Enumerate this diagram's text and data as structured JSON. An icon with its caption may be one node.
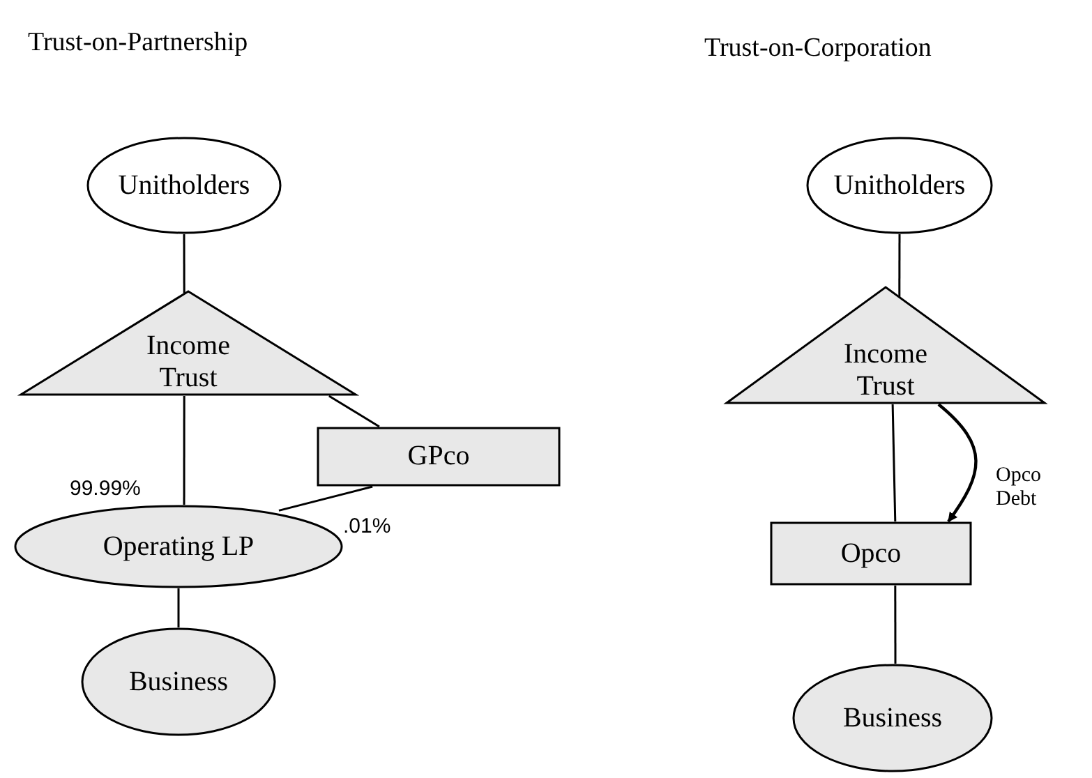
{
  "diagram": {
    "nodes": [
      {
        "text": [
          "Unitholders"
        ]
      },
      {
        "text": [
          "Income Trust"
        ]
      },
      {
        "text": [
          "GPco"
        ]
      },
      {
        "text": [
          "Operating LP"
        ]
      },
      {
        "text": [
          "Business"
        ]
      },
      {
        "text": [
          "Unitholders"
        ]
      },
      {
        "text": [
          "Income Trust"
        ]
      },
      {
        "text": [
          "Opco"
        ]
      },
      {
        "text": [
          "Business"
        ]
      }
    ],
    "edges": [
      {
        "from": 0,
        "to": 1,
        "arrow": "none"
      },
      {
        "from": 1,
        "to": 3,
        "arrow": "none",
        "label": "99.99%"
      },
      {
        "from": 1,
        "to": 2,
        "arrow": "none"
      },
      {
        "from": 2,
        "to": 3,
        "arrow": "none",
        "label": ".01%"
      },
      {
        "from": 3,
        "to": 4,
        "arrow": "none"
      },
      {
        "from": 5,
        "to": 6,
        "arrow": "none"
      },
      {
        "from": 6,
        "to": 7,
        "arrow": "none"
      },
      {
        "from": 6,
        "to": 7,
        "arrow": "to",
        "label": "Opco Debt"
      },
      {
        "from": 7,
        "to": 8,
        "arrow": "none"
      }
    ],
    "labels": [
      "Trust-on-Partnership",
      "Trust-on-Corporation"
    ]
  }
}
